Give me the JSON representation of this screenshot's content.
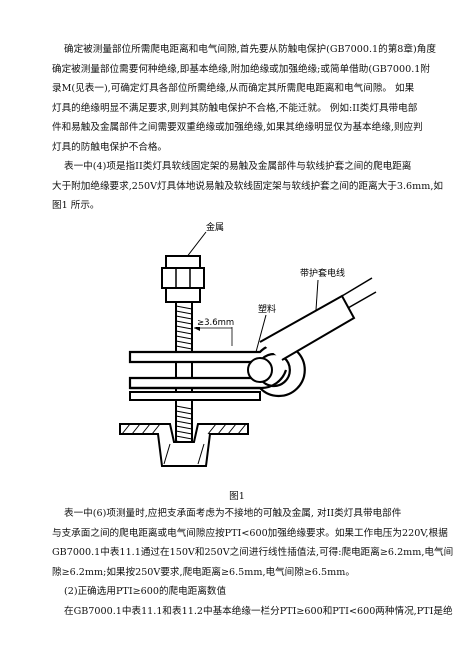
{
  "paragraphs": {
    "p1": [
      "确定被测量部位所需爬电距离和电气间隙,首先要从防触电保护(GB7000.1的第8章)角度",
      "确定被测量部位需要何种绝缘,即基本绝缘,附加绝缘或加强绝缘;或简单借助(GB7000.1附",
      "录M(见表一),可确定灯具各部位所需绝缘,从而确定其所需爬电距离和电气间隙。 如果",
      "灯具的绝缘明显不满足要求,则判其防触电保护不合格,不能迁就。 例如:II类灯具带电部",
      "件和易触及金属部件之间需要双重绝缘或加强绝缘,如果其绝缘明显仅为基本绝缘,则应判",
      "灯具的防触电保护不合格。"
    ],
    "p2": [
      "表一中(4)项是指II类灯具软线固定架的易触及金属部件与软线护套之间的爬电距离",
      "大于附加绝缘要求,250V灯具体地说易触及软线固定架与软线护套之间的距离大于3.6mm,如",
      "图1 所示。"
    ],
    "p3": [
      "表一中(6)项测量时,应把支承面考虑为不接地的可触及金属, 对II类灯具带电部件",
      "与支承面之间的爬电距离或电气间隙应按PTI<600加强绝缘要求。如果工作电压为220V,根据",
      "GB7000.1中表11.1通过在150V和250V之间进行线性插值法,可得:爬电距离≥6.2mm,电气间",
      "隙≥6.2mm;如果按250V要求,爬电距离≥6.5mm,电气间隙≥6.5mm。"
    ],
    "p4": [
      "(2)正确选用PTI≥600的爬电距离数值"
    ],
    "p5": [
      "在GB7000.1中表11.1和表11.2中基本绝缘一栏分PTI≥600和PTI<600两种情况,PTI是绝"
    ]
  },
  "figure": {
    "label_metal": "金属",
    "label_cable": "带护套电线",
    "label_plastic": "塑料",
    "label_dimension": "≥3.6mm",
    "caption": "图1"
  }
}
